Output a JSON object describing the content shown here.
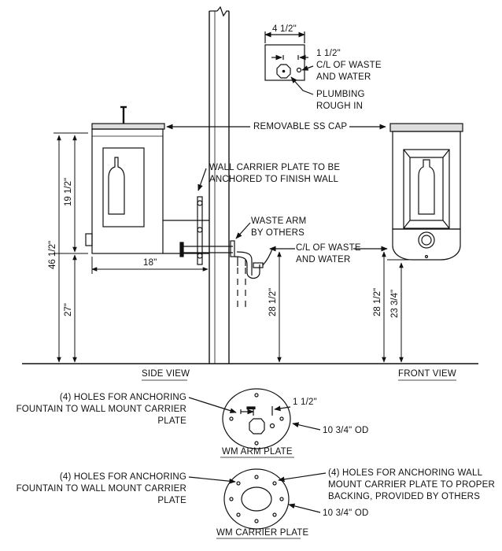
{
  "top_detail": {
    "width_dim": "4 1/2\"",
    "offset_dim": "1 1/2\"",
    "cl_label": [
      "C/L OF WASTE",
      "AND WATER"
    ],
    "rough_label": [
      "PLUMBING",
      "ROUGH IN"
    ]
  },
  "side_view": {
    "cap_label": "REMOVABLE SS CAP",
    "wall_plate_label": [
      "WALL CARRIER PLATE TO BE",
      "ANCHORED TO FINISH WALL"
    ],
    "waste_arm_label": [
      "WASTE ARM",
      "BY OTHERS"
    ],
    "cl_label": [
      "C/L OF WASTE",
      "AND WATER"
    ],
    "dim_total": "46 1/2\"",
    "dim_upper": "19 1/2\"",
    "dim_lower": "27\"",
    "dim_depth": "18\"",
    "dim_waste": "28 1/2\"",
    "title": "SIDE VIEW"
  },
  "front_view": {
    "dim_waste": "28 1/2\"",
    "dim_bottom": "23 3/4\"",
    "title": "FRONT VIEW"
  },
  "arm_plate": {
    "left_label": [
      "(4) HOLES FOR ANCHORING",
      "FOUNTAIN TO WALL MOUNT CARRIER",
      "PLATE"
    ],
    "offset_dim": "1 1/2\"",
    "od_label": "10 3/4\" OD",
    "title": "WM ARM PLATE"
  },
  "carrier_plate": {
    "left_label": [
      "(4) HOLES FOR ANCHORING",
      "FOUNTAIN TO WALL MOUNT CARRIER",
      "PLATE"
    ],
    "right_label": [
      "(4) HOLES FOR ANCHORING WALL",
      "MOUNT CARRIER PLATE TO PROPER",
      "BACKING, PROVIDED BY OTHERS"
    ],
    "od_label": "10 3/4\" OD",
    "title": "WM CARRIER PLATE"
  }
}
